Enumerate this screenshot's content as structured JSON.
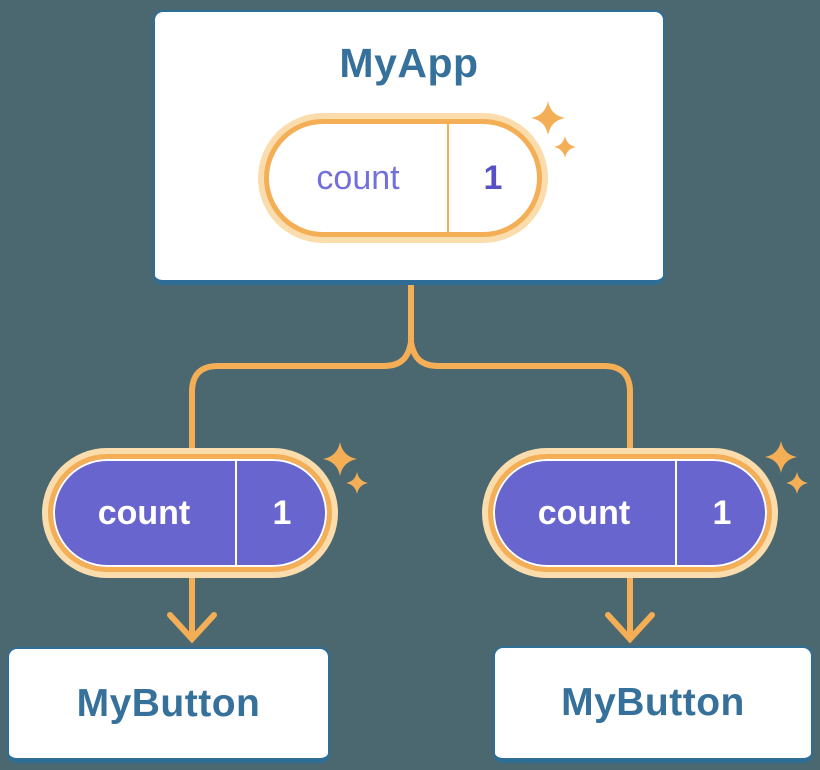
{
  "diagram": {
    "root": {
      "label": "MyApp",
      "state_pill": {
        "key": "count",
        "value": "1"
      }
    },
    "children": [
      {
        "prop_pill": {
          "key": "count",
          "value": "1"
        },
        "target": {
          "label": "MyButton"
        }
      },
      {
        "prop_pill": {
          "key": "count",
          "value": "1"
        },
        "target": {
          "label": "MyButton"
        }
      }
    ]
  },
  "colors": {
    "background": "#4B6870",
    "card_fill": "#FFFFFF",
    "card_border_blue": "#2E6E96",
    "title_blue": "#35719B",
    "accent_orange": "#F4AE55",
    "halo_orange": "#FBDDAD",
    "pill_purple": "#6866CE",
    "state_key_purple": "#7370DA",
    "state_value_purple": "#5751C8"
  }
}
